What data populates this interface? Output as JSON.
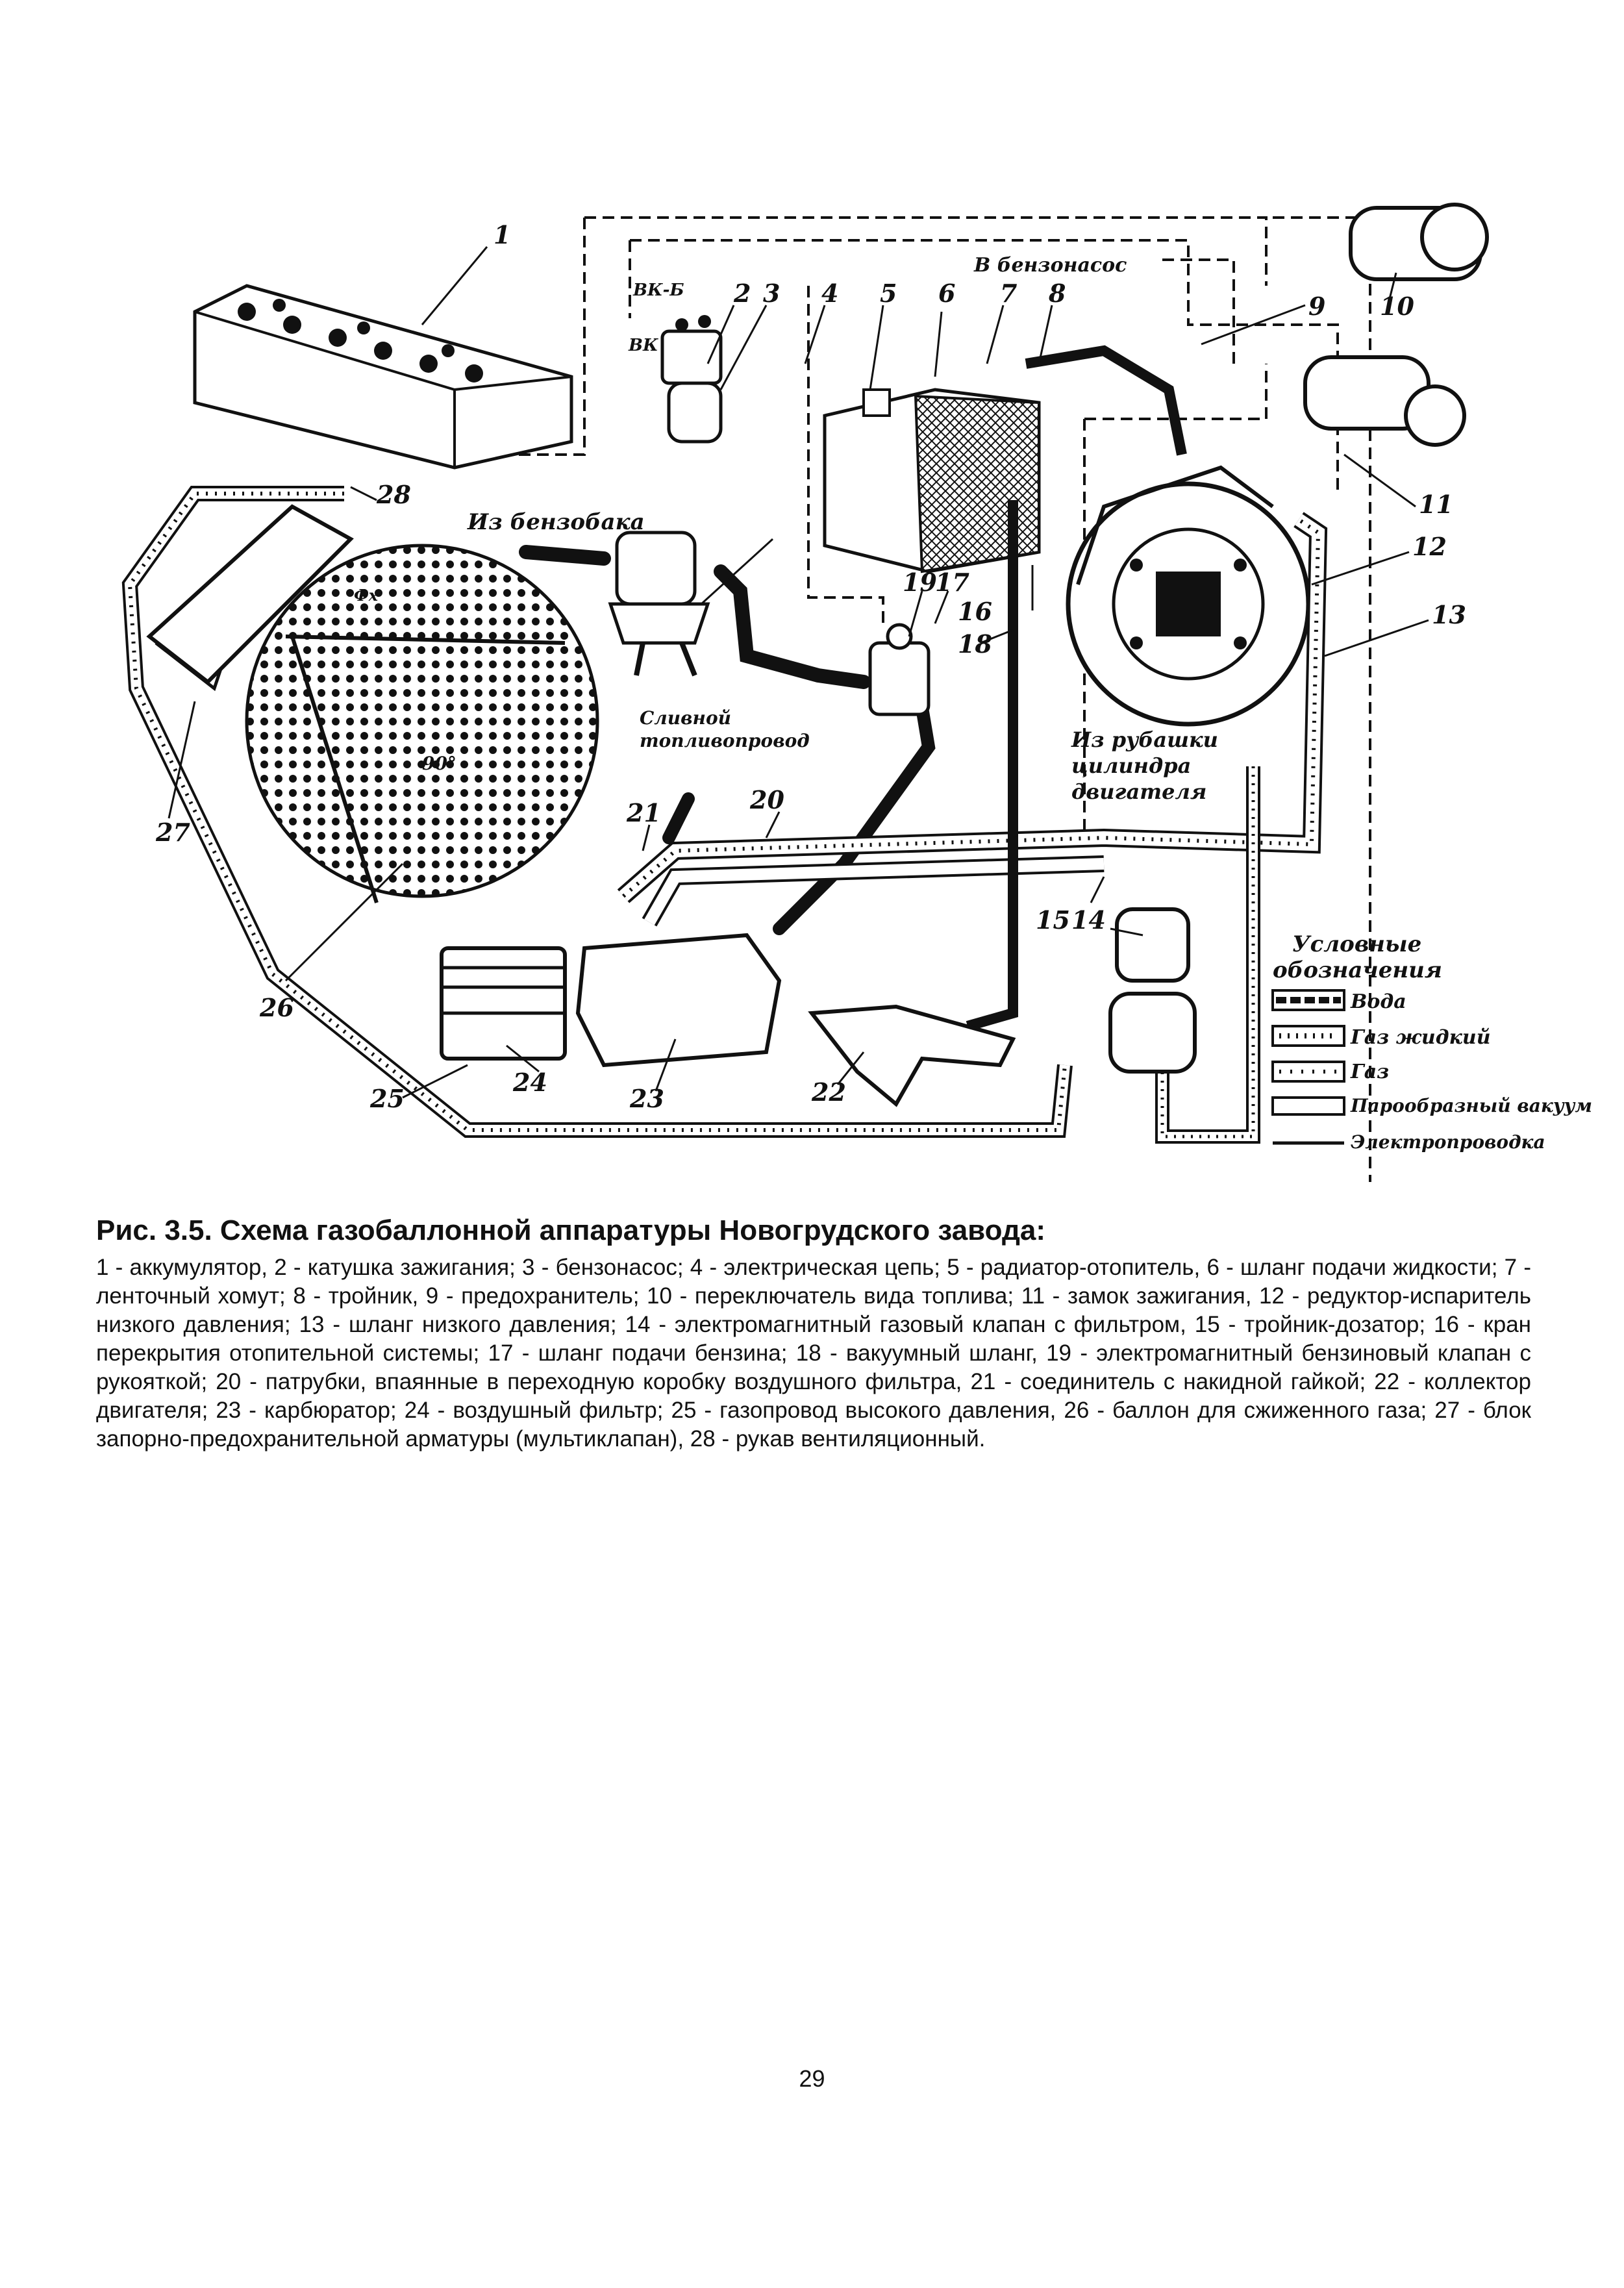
{
  "figure": {
    "labels": {
      "n1": "1",
      "n2": "2",
      "n3": "3",
      "n4": "4",
      "n5": "5",
      "n6": "6",
      "n7": "7",
      "n8": "8",
      "n9": "9",
      "n10": "10",
      "n11": "11",
      "n12": "12",
      "n13": "13",
      "n14": "14",
      "n15": "15",
      "n16": "16",
      "n17": "17",
      "n18": "18",
      "n19": "19",
      "n20": "20",
      "n21": "21",
      "n22": "22",
      "n23": "23",
      "n24": "24",
      "n25": "25",
      "n26": "26",
      "n27": "27",
      "n28": "28"
    },
    "annotations": {
      "to_pump": "В бензонасос",
      "vk_b": "ВК-Б",
      "vk": "ВК",
      "from_tank": "Из бензобака",
      "drain_line_1": "Сливной",
      "drain_line_2": "топливопровод",
      "jacket_1": "Из рубашки",
      "jacket_2": "цилиндра",
      "jacket_3": "двигателя",
      "angle": "90°",
      "dim": "Фх"
    },
    "legend": {
      "title_1": "Условные",
      "title_2": "обозначения",
      "items": [
        "Вода",
        "Газ жидкий",
        "Газ",
        "Парообразный вакуум",
        "Электропроводка"
      ]
    }
  },
  "caption": {
    "title": "Рис. 3.5. Схема газобаллонной аппаратуры Новогрудского завода:",
    "text": "1 - аккумулятор, 2 - катушка зажигания; 3 - бензонасос; 4 - электрическая цепь; 5 - радиатор-отопитель, 6 - шланг подачи жидкости; 7 - ленточный хомут; 8 - тройник, 9 - предохранитель; 10 - переключатель вида топлива; 11 - замок зажигания, 12 - редуктор-испаритель низкого давления; 13 - шланг низкого давления; 14 - электромагнитный газовый клапан с фильтром, 15 - тройник-дозатор; 16 - кран перекрытия отопительной системы; 17 - шланг подачи бензина; 18 - вакуумный шланг, 19 - электромагнитный бензиновый клапан с рукояткой; 20 - патрубки, впаянные в переходную коробку воздушного фильтра, 21 - соединитель с накидной гайкой; 22 - коллектор двигателя; 23 - карбюратор; 24 - воздушный фильтр; 25 - газопровод высокого давления, 26 - баллон для сжиженного газа; 27 - блок запорно-предохранительной арматуры (мультиклапан), 28 - рукав вентиляционный."
  },
  "page_number": "29"
}
